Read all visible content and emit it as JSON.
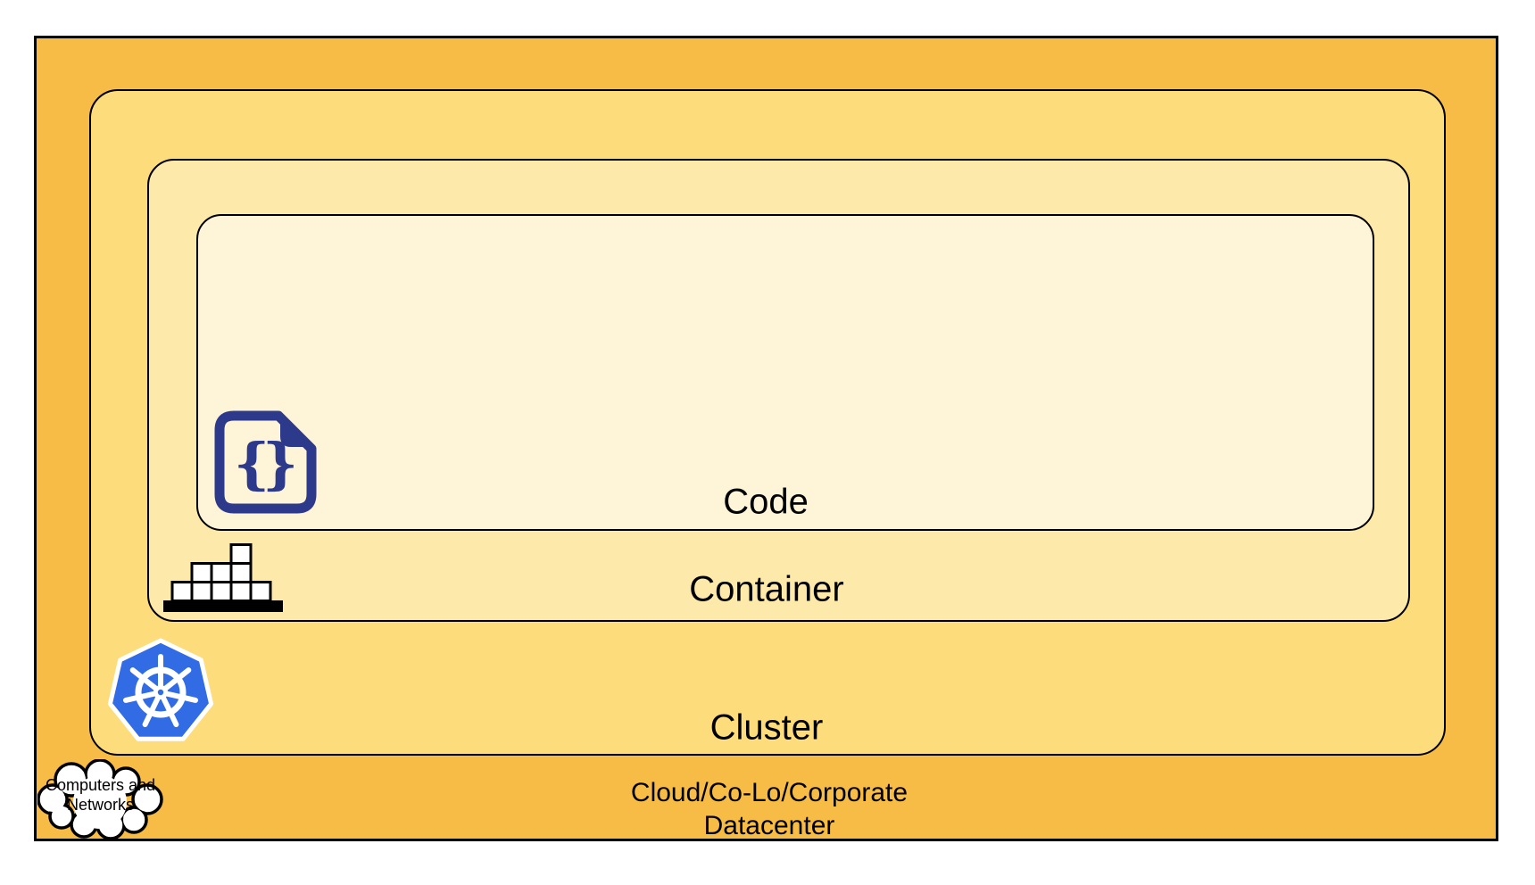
{
  "colors": {
    "outer": "#F7BC45",
    "cluster": "#FDDD7B",
    "container": "#FDE9A9",
    "code": "#FEF4D8",
    "border": "#000000",
    "navy": "#2D3A8C",
    "k8s_blue": "#326CE5",
    "white": "#FFFFFF",
    "icon_black": "#000000",
    "text": "#000000"
  },
  "diagram": {
    "layers": {
      "code": {
        "label": "Code"
      },
      "container": {
        "label": "Container"
      },
      "cluster": {
        "label": "Cluster"
      },
      "datacenter": {
        "label_line1": "Cloud/Co-Lo/Corporate",
        "label_line2": "Datacenter"
      }
    },
    "icons": {
      "code_file": {
        "brace_open": "{",
        "brace_close": "}"
      },
      "cloud": {
        "label_line1": "Computers and",
        "label_line2": "Networks"
      }
    }
  }
}
